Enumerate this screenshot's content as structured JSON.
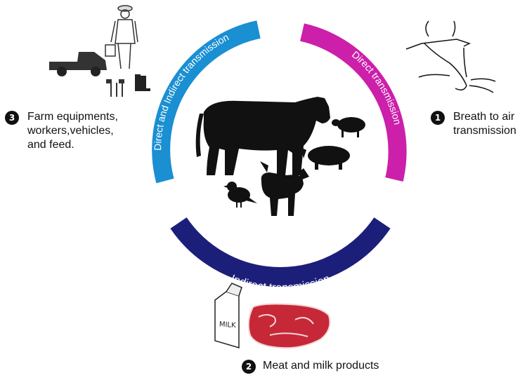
{
  "arcs": {
    "direct_indirect": {
      "label": "Direct and Indirect transmission",
      "color": "#1a8fd2"
    },
    "direct": {
      "label": "Direct transmission",
      "color": "#cc1faa"
    },
    "indirect": {
      "label": "Indirect transmission",
      "color": "#1c1f7a"
    }
  },
  "items": [
    {
      "number": "1",
      "lines": [
        "Breath to air",
        "transmission"
      ]
    },
    {
      "number": "2",
      "lines": [
        "Meat and milk products"
      ]
    },
    {
      "number": "3",
      "lines": [
        "Farm equipments,",
        "workers,vehicles,",
        "and feed."
      ]
    }
  ],
  "carton_text": "MILK",
  "colors": {
    "silhouette": "#111111",
    "meat": "#c62837"
  }
}
